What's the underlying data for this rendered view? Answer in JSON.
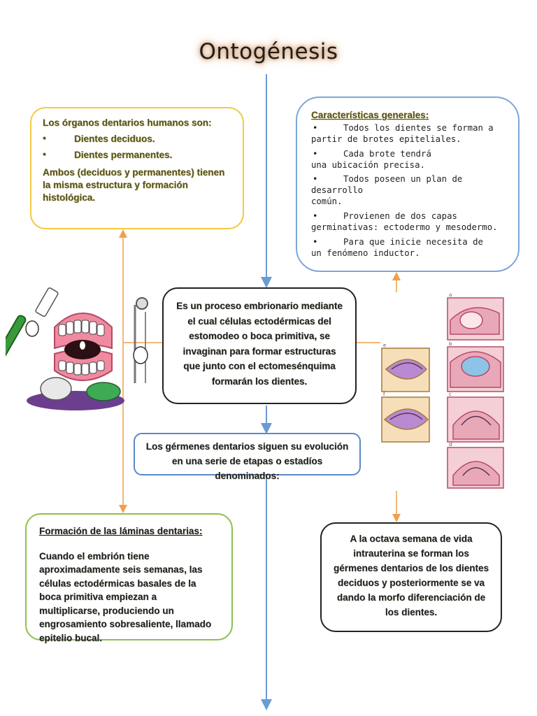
{
  "title": "Ontogénesis",
  "organos": {
    "intro": "Los órganos dentarios humanos son:",
    "items": [
      "Dientes deciduos.",
      "Dientes permanentes."
    ],
    "note": "Ambos (deciduos y permanentes) tienen la misma estructura y formación histológica."
  },
  "caracteristicas": {
    "heading": "Características generales:",
    "items": [
      {
        "first": "Todos los dientes se forman a",
        "rest": "partir de brotes epiteliales."
      },
      {
        "first": "Cada brote tendrá",
        "rest": "una ubicación precisa."
      },
      {
        "first": "Todos poseen un plan de desarrollo",
        "rest": "común."
      },
      {
        "first": "Provienen de dos capas",
        "rest": "germinativas: ectodermo y mesodermo."
      },
      {
        "first": "Para que inicie necesita de",
        "rest": "un fenómeno inductor."
      }
    ]
  },
  "centro": "Es un proceso embrionario mediante el cual células ectodérmicas del estomodeo o boca primitiva, se invaginan para formar estructuras que junto con el ectomesénquima formarán los dientes.",
  "germenes": "Los gérmenes dentarios siguen su evolución en una serie de etapas o estadíos denominados:",
  "laminas": {
    "heading": "Formación de las láminas dentarias:",
    "text": "Cuando el embrión tiene aproximadamente seis semanas, las células ectodérmicas basales de la boca primitiva empiezan a multiplicarse, produciendo un engrosamiento sobresaliente, llamado epitelio bucal."
  },
  "octava": "A la octava semana de vida intrauterina se forman los gérmenes dentarios de los dientes deciduos y posteriormente se va dando la morfo diferenciación de los dientes.",
  "colors": {
    "blue_line": "#6b9bd2",
    "orange_line": "#f0a04b",
    "yellow_border": "#f5c842",
    "green_border": "#8cc04f"
  }
}
